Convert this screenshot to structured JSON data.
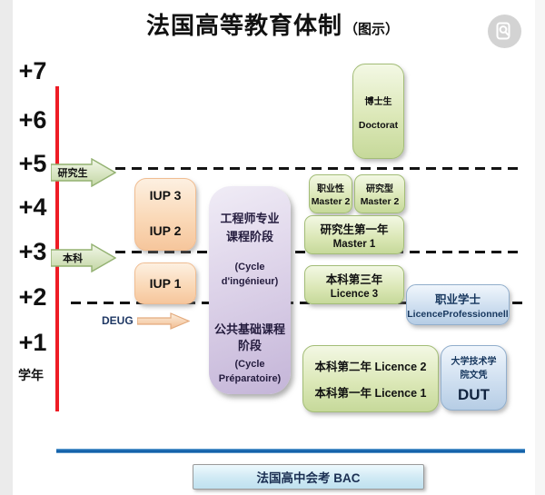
{
  "title": {
    "main": "法国高等教育体制",
    "paren": "（图示）"
  },
  "axis": {
    "label": "学年",
    "ticks": [
      "+7",
      "+6",
      "+5",
      "+4",
      "+3",
      "+2",
      "+1"
    ]
  },
  "arrows": {
    "graduate": "研究生",
    "undergraduate": "本科",
    "deug": "DEUG"
  },
  "nodes": {
    "doctorat": {
      "zh": "博士生",
      "fr": "Doctorat"
    },
    "iup32": {
      "top": "IUP 3",
      "bottom": "IUP 2"
    },
    "iup1": {
      "label": "IUP 1"
    },
    "cycle": {
      "eng_zh1": "工程师专业",
      "eng_zh2": "课程阶段",
      "eng_fr1": "(Cycle",
      "eng_fr2": "d'ingénieur)",
      "prep_zh1": "公共基础课程",
      "prep_zh2": "阶段",
      "prep_fr1": "(Cycle",
      "prep_fr2": "Préparatoire)"
    },
    "master2_pro": {
      "zh": "职业性",
      "fr": "Master 2"
    },
    "master2_res": {
      "zh": "研究型",
      "fr": "Master 2"
    },
    "master1": {
      "zh": "研究生第一年",
      "fr": "Master 1"
    },
    "licence3": {
      "zh": "本科第三年",
      "fr": "Licence 3"
    },
    "licence_pro": {
      "zh": "职业学士",
      "fr": "LicenceProfessionnell"
    },
    "licence12": {
      "line1": "本科第二年 Licence 2",
      "line2": "本科第一年 Licence 1"
    },
    "dut": {
      "zh1": "大学技术学",
      "zh2": "院文凭",
      "fr": "DUT"
    },
    "bac": {
      "label": "法国高中会考 BAC"
    }
  },
  "colors": {
    "red_axis": "#ee1c25",
    "blue_rule": "#1565ae",
    "dash": "#131313",
    "green_box": "#dce8b8",
    "orange_box": "#fad9b8",
    "purple_box": "#ddd3e9",
    "blue_box": "#cfdff0",
    "bac_bar": "#cfe9f4",
    "navy_text": "#17375e"
  }
}
